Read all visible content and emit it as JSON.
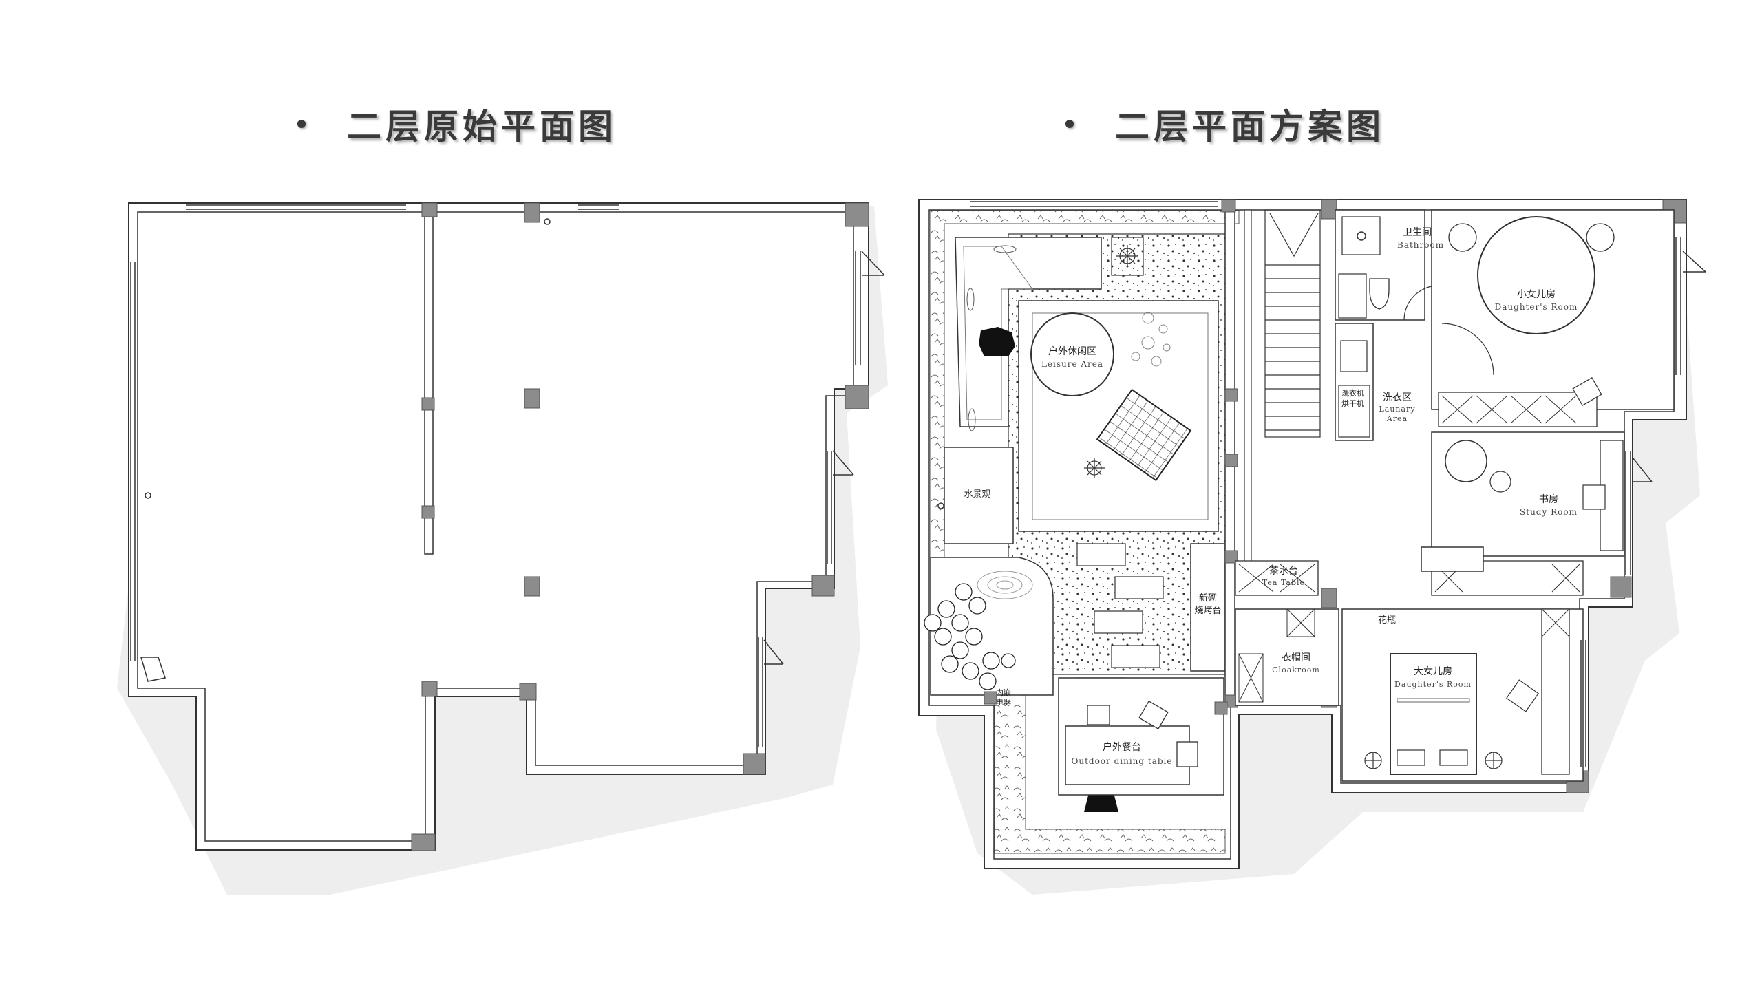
{
  "titles": {
    "original": "二层原始平面图",
    "proposal": "二层平面方案图"
  },
  "rooms": {
    "bathroom_cn": "卫生间",
    "bathroom_en": "Bathroom",
    "daughter_small_cn": "小女儿房",
    "daughter_small_en": "Daughter's Room",
    "leisure_cn": "户外休闲区",
    "leisure_en": "Leisure Area",
    "washer_cn": "洗衣机",
    "dryer_cn": "烘干机",
    "laundry_cn": "洗衣区",
    "laundry_en_1": "Launary",
    "laundry_en_2": "Area",
    "water_feature_cn": "水景观",
    "study_cn": "书房",
    "study_en": "Study Room",
    "tea_cn": "茶水台",
    "tea_en": "Tea Table",
    "bbq_cn_1": "新砌",
    "bbq_cn_2": "烧烤台",
    "vase_cn": "花瓶",
    "cloak_cn": "衣帽间",
    "cloak_en": "Cloakroom",
    "daughter_big_cn": "大女儿房",
    "daughter_big_en": "Daughter's Room",
    "appliance_cn_1": "内嵌",
    "appliance_cn_2": "电器",
    "dining_cn": "户外餐台",
    "dining_en": "Outdoor dining table"
  },
  "colors": {
    "wall": "#333333",
    "column": "#8c8c8c",
    "shadow": "#eeeeee",
    "title": "#3a3a3a"
  }
}
